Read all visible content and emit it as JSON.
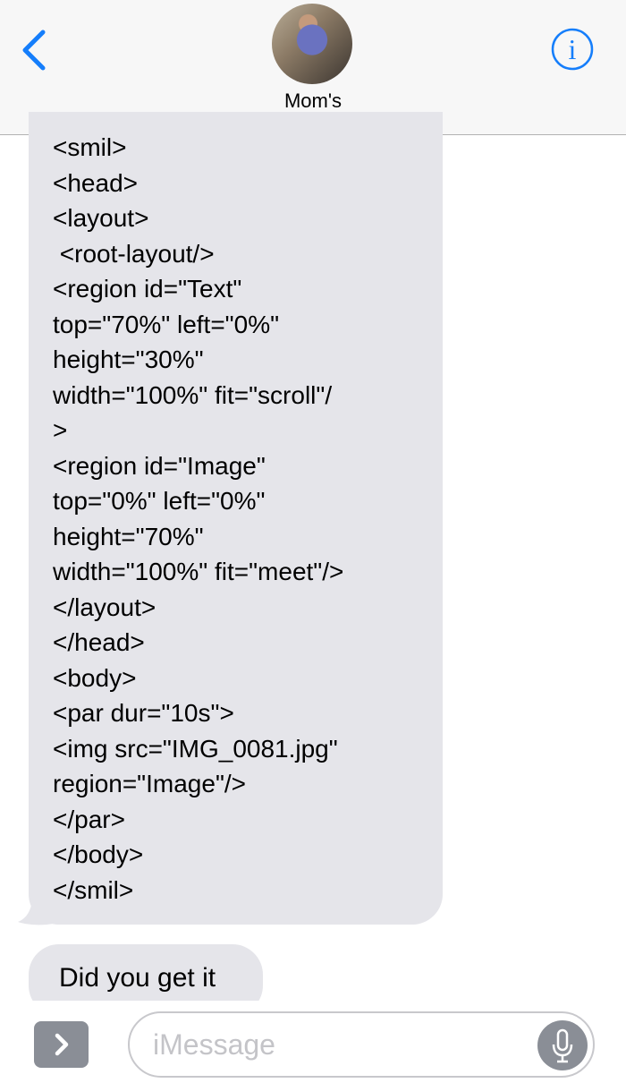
{
  "header": {
    "contact_name": "Mom's",
    "back_icon": "chevron-left-icon",
    "info_icon": "info-icon",
    "accent_color": "#157efb"
  },
  "messages": [
    {
      "sender": "contact",
      "lines": [
        "<smil>",
        "<head>",
        "<layout>",
        " <root-layout/>",
        "<region id=\"Text\"",
        "top=\"70%\" left=\"0%\"",
        "height=\"30%\"",
        "width=\"100%\" fit=\"scroll\"/",
        ">",
        "<region id=\"Image\"",
        "top=\"0%\" left=\"0%\"",
        "height=\"70%\"",
        "width=\"100%\" fit=\"meet\"/>",
        "</layout>",
        "</head>",
        "<body>",
        "<par dur=\"10s\">",
        "<img src=\"IMG_0081.jpg\"",
        "region=\"Image\"/>",
        "</par>",
        "</body>",
        "</smil>"
      ]
    },
    {
      "sender": "contact",
      "text": "Did you get it"
    }
  ],
  "composer": {
    "placeholder": "iMessage",
    "expand_icon": "chevron-right-icon",
    "mic_icon": "microphone-icon"
  }
}
